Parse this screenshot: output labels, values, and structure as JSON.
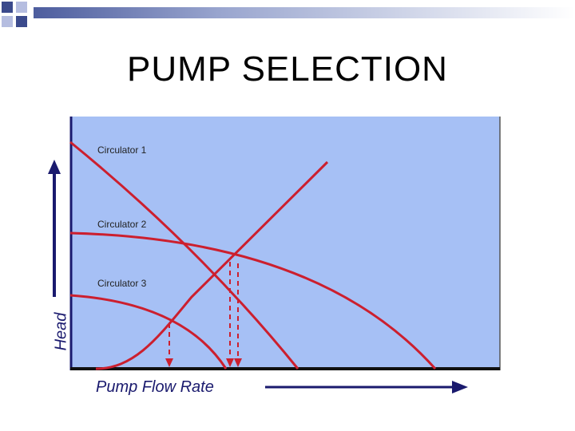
{
  "slide": {
    "title": "PUMP SELECTION",
    "y_axis_label": "Head",
    "x_axis_label": "Pump Flow Rate"
  },
  "curves": [
    {
      "label": "Circulator 1"
    },
    {
      "label": "Circulator 2"
    },
    {
      "label": "Circulator 3"
    }
  ],
  "colors": {
    "background": "#a6c0f5",
    "curve": "#cc1f2e",
    "axis": "#1a1a6e",
    "frame": "#111111"
  }
}
